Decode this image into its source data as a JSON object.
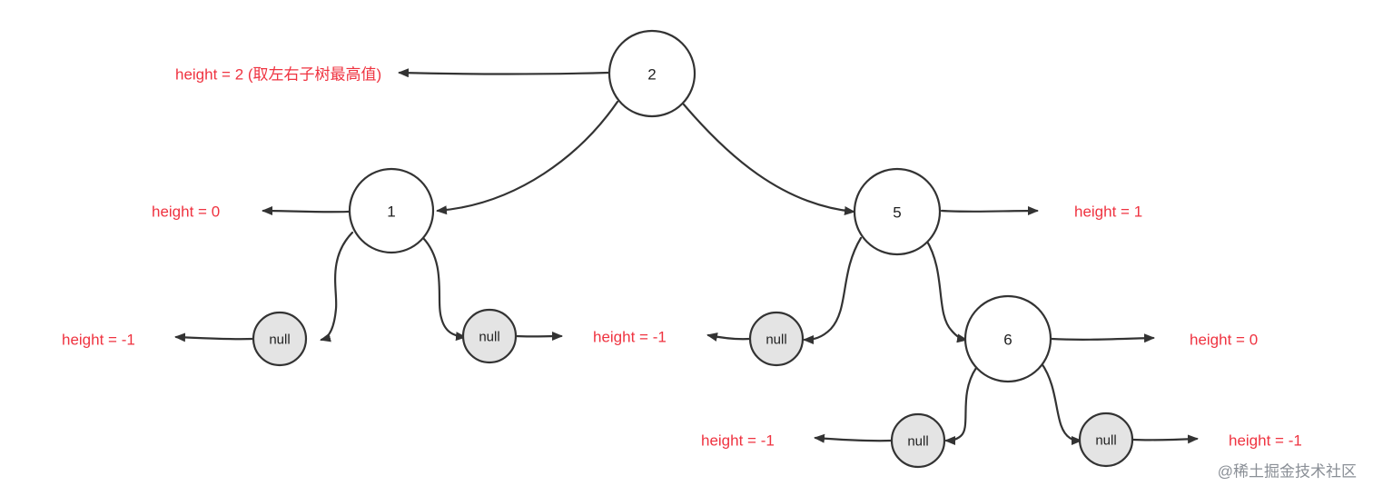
{
  "nodes": {
    "n2": "2",
    "n1": "1",
    "n5": "5",
    "n6": "6",
    "null": "null"
  },
  "labels": {
    "root": "height = 2 (取左右子树最高值)",
    "n1": "height = 0",
    "n5": "height = 1",
    "n6": "height = 0",
    "null_n1_left": "height = -1",
    "null_n1_right": "height = -1",
    "null_n5_left": "height = -1",
    "null_n6_left": "height = -1",
    "null_n6_right": "height = -1"
  },
  "watermark": "@稀土掘金技术社区",
  "colors": {
    "label": "#ef3340",
    "stroke": "#333333",
    "null_fill": "#e4e4e4"
  }
}
